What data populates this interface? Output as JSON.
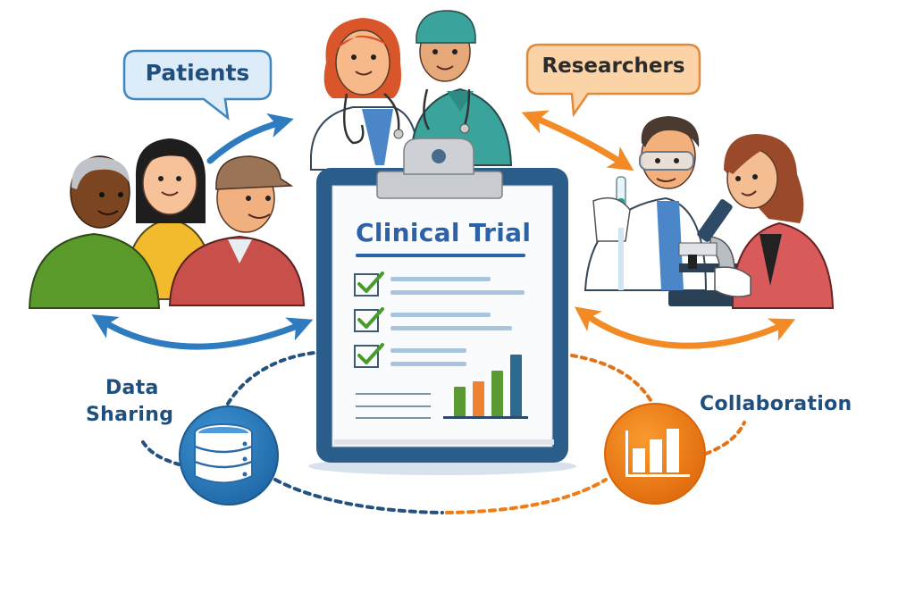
{
  "diagram": {
    "center": {
      "title": "Clinical Trial",
      "checklist_items": 3,
      "mini_chart": {
        "bars": [
          {
            "relative_height": 0.5,
            "color": "#5b9a32"
          },
          {
            "relative_height": 0.6,
            "color": "#ee8230"
          },
          {
            "relative_height": 0.75,
            "color": "#5b9a32"
          },
          {
            "relative_height": 1.0,
            "color": "#2c6a92"
          }
        ]
      }
    },
    "bubbles": {
      "patients": {
        "label": "Patients",
        "fill": "#dcecf8",
        "stroke": "#3f86c1",
        "text_color": "#1f4f7e"
      },
      "researchers": {
        "label": "Researchers",
        "fill": "#fbd3a6",
        "stroke": "#e08a3a",
        "text_color": "#2b2b2b"
      }
    },
    "groups": {
      "patients": {
        "icon": "patients-group-icon",
        "people": 3
      },
      "clinicians": {
        "icon": "clinicians-group-icon",
        "people": 2
      },
      "researchers": {
        "icon": "researchers-group-icon",
        "people": 2
      }
    },
    "nodes": {
      "data_sharing": {
        "label_line1": "Data",
        "label_line2": "Sharing",
        "icon": "database-icon",
        "color": "#2f7fc0"
      },
      "collaboration": {
        "label": "Collaboration",
        "icon": "bar-chart-icon",
        "color": "#ef7d16"
      }
    },
    "colors": {
      "blue_arrow": "#2e7cbf",
      "orange_arrow": "#f28a25",
      "clipboard_frame": "#2b5d8a",
      "text_blue": "#1f4f7e"
    }
  }
}
